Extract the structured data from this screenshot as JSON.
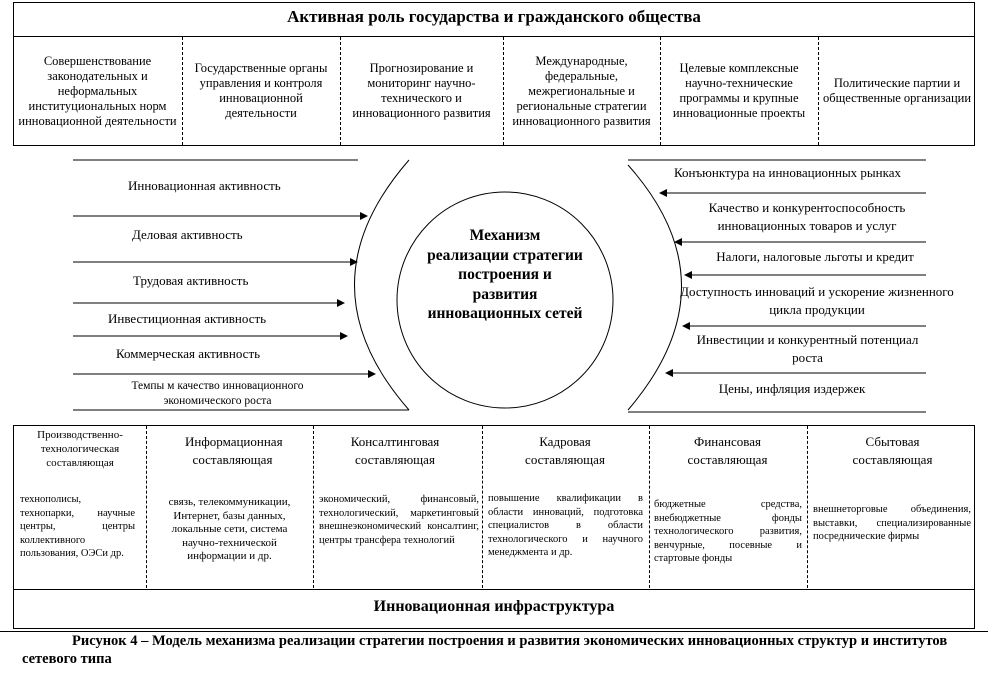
{
  "top": {
    "title": "Активная роль государства и гражданского общества",
    "cells": [
      "Совершенствование законодательных и неформальных институциональных норм инновационной деятельности",
      "Государственные органы управления и контроля инновационной деятельности",
      "Прогнозирование и мониторинг научно-технического и инновационного развития",
      "Международные, федеральные, межрегиональные и региональные стратегии инновационного развития",
      "Целевые комплексные научно-технические программы и крупные инновационные проекты",
      "Политические партии и общественные организации"
    ]
  },
  "left_factors": [
    "Инновационная активность",
    "Деловая активность",
    "Трудовая активность",
    "Инвестиционная активность",
    "Коммерческая активность",
    "Темпы м качество инновационного экономического роста"
  ],
  "center": "Механизм реализации стратегии построения и развития инновационных сетей",
  "right_factors": [
    "Конъюнктура на инновационных рынках",
    "Качество и конкурентоспособность инновационных товаров и услуг",
    "Налоги, налоговые льготы и кредит",
    "Доступность инноваций и ускорение жизненного цикла продукции",
    "Инвестиции и конкурентный потенциал роста",
    "Цены, инфляция издержек"
  ],
  "bottom": {
    "headers": [
      "Производственно-технологическая составляющая",
      "Информационная составляющая",
      "Консалтинговая составляющая",
      "Кадровая составляющая",
      "Финансовая составляющая",
      "Сбытовая составляющая"
    ],
    "descriptions": [
      "технополисы, технопарки, научные центры, центры коллективного пользования, ОЭСи др.",
      "связь, телекоммуникации, Интернет, базы данных, локальные сети, система научно-технической информации и др.",
      "экономический, финансовый, технологический, маркетинговый внешнеэкономический консалтинг, центры трансфера технологий",
      "повышение квалификации в области инноваций, подготовка специалистов в области технологического и научного менеджмента и др.",
      "бюджетные средства, внебюджетные фонды технологического развития, венчурные, посевные и стартовые фонды",
      "внешнеторговые объединения, выставки, специализированные посреднические фирмы"
    ],
    "footer": "Инновационная инфраструктура"
  },
  "caption": "Рисунок 4 – Модель механизма реализации стратегии построения и развития экономических инновационных структур и институтов сетевого типа"
}
